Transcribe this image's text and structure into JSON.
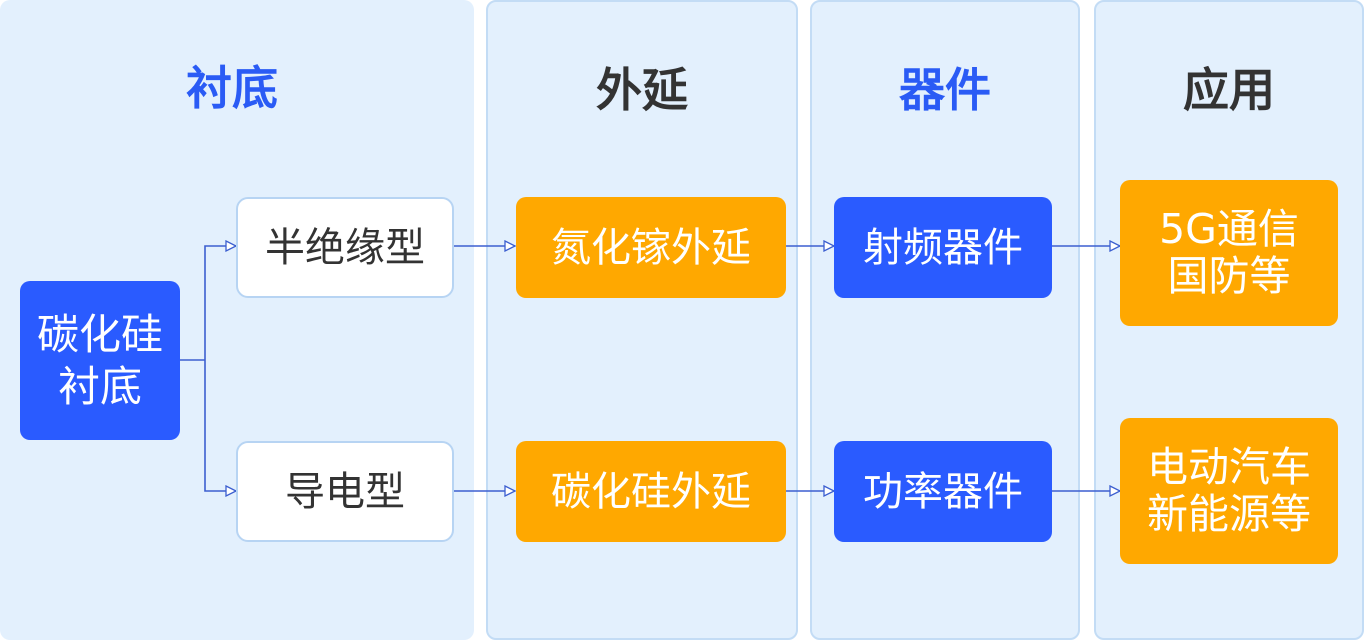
{
  "columns": [
    {
      "id": "substrate",
      "title": "衬底"
    },
    {
      "id": "epitaxy",
      "title": "外延"
    },
    {
      "id": "device",
      "title": "器件"
    },
    {
      "id": "application",
      "title": "应用"
    }
  ],
  "nodes": {
    "sic_substrate": "碳化硅\n衬底",
    "semi_insulating": "半绝缘型",
    "conductive": "导电型",
    "gan_epitaxy": "氮化镓外延",
    "sic_epitaxy": "碳化硅外延",
    "rf_device": "射频器件",
    "power_device": "功率器件",
    "app_5g": "5G通信\n国防等",
    "app_ev": "电动汽车\n新能源等"
  },
  "edges": [
    [
      "sic_substrate",
      "semi_insulating"
    ],
    [
      "sic_substrate",
      "conductive"
    ],
    [
      "semi_insulating",
      "gan_epitaxy"
    ],
    [
      "gan_epitaxy",
      "rf_device"
    ],
    [
      "rf_device",
      "app_5g"
    ],
    [
      "conductive",
      "sic_epitaxy"
    ],
    [
      "sic_epitaxy",
      "power_device"
    ],
    [
      "power_device",
      "app_ev"
    ]
  ],
  "colors": {
    "blue": "#2a5bff",
    "orange": "#ffa800",
    "column_bg": "#e3f0fd",
    "title_blue": "#2a5bf5",
    "title_dark": "#333333",
    "node_text_dark": "#333333",
    "node_text_light": "#ffffff",
    "line": "#3c5fd0"
  }
}
